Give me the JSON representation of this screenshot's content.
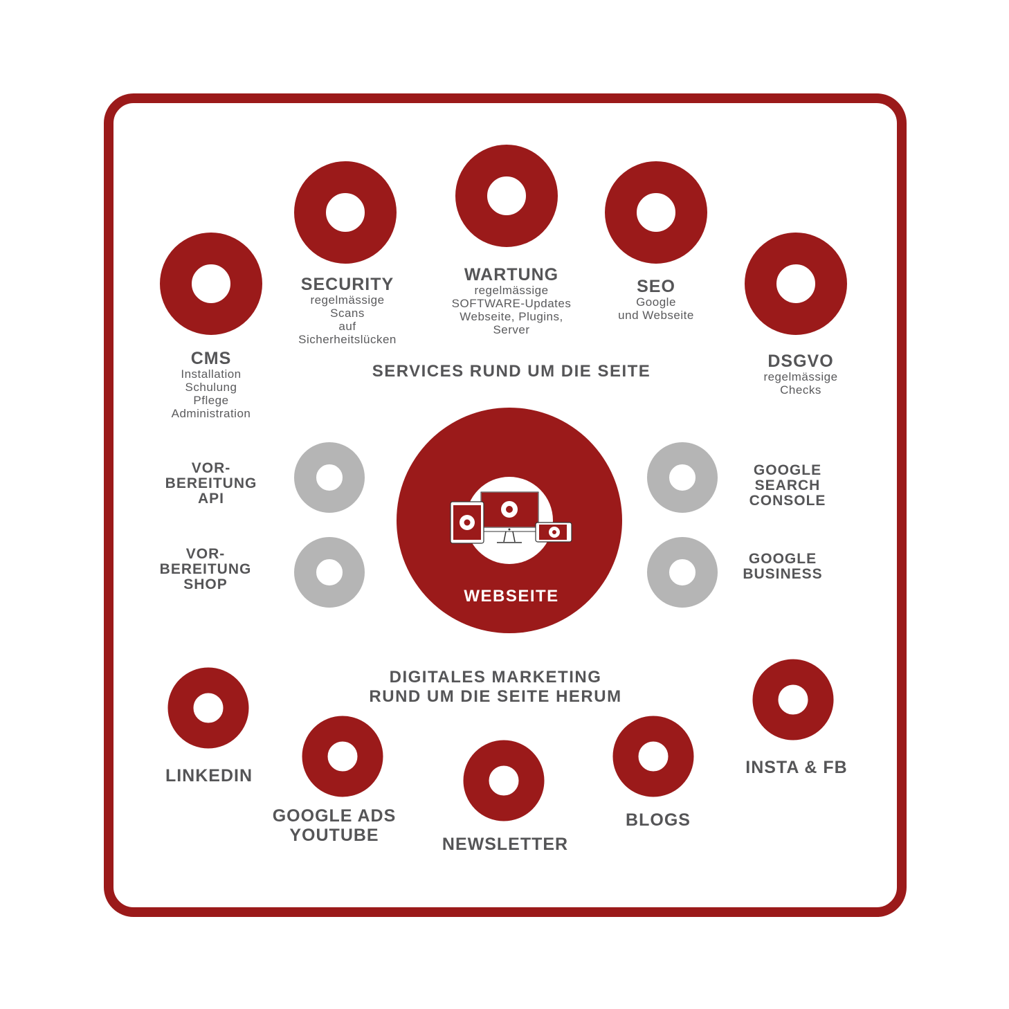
{
  "colors": {
    "accent": "#9b1a1a",
    "gray": "#b5b5b5",
    "text": "#555557",
    "white": "#ffffff"
  },
  "center": {
    "title": "WEBSEITE",
    "icon": "devices-icon"
  },
  "sections": {
    "services": "SERVICES RUND UM DIE SEITE",
    "marketing_line1": "DIGITALES MARKETING",
    "marketing_line2": "RUND UM DIE SEITE HERUM"
  },
  "services": [
    {
      "title": "CMS",
      "lines": [
        "Installation",
        "Schulung",
        "Pflege",
        "Administration"
      ]
    },
    {
      "title": "SECURITY",
      "lines": [
        "regelmässige",
        "Scans",
        "auf",
        "Sicherheitslücken"
      ]
    },
    {
      "title": "WARTUNG",
      "lines": [
        "regelmässige",
        "SOFTWARE-Updates",
        "Webseite, Plugins,",
        "Server"
      ]
    },
    {
      "title": "SEO",
      "lines": [
        "Google",
        "und Webseite"
      ]
    },
    {
      "title": "DSGVO",
      "lines": [
        "regelmässige",
        "Checks"
      ]
    }
  ],
  "side_left": [
    {
      "lines": [
        "VOR-",
        "BEREITUNG",
        "API"
      ]
    },
    {
      "lines": [
        "VOR-",
        "BEREITUNG",
        "SHOP"
      ]
    }
  ],
  "side_right": [
    {
      "lines": [
        "GOOGLE",
        "SEARCH",
        "CONSOLE"
      ]
    },
    {
      "lines": [
        "GOOGLE",
        "BUSINESS"
      ]
    }
  ],
  "marketing": [
    {
      "lines": [
        "LINKEDIN"
      ]
    },
    {
      "lines": [
        "GOOGLE ADS",
        "YOUTUBE"
      ]
    },
    {
      "lines": [
        "NEWSLETTER"
      ]
    },
    {
      "lines": [
        "BLOGS"
      ]
    },
    {
      "lines": [
        "INSTA & FB"
      ]
    }
  ]
}
